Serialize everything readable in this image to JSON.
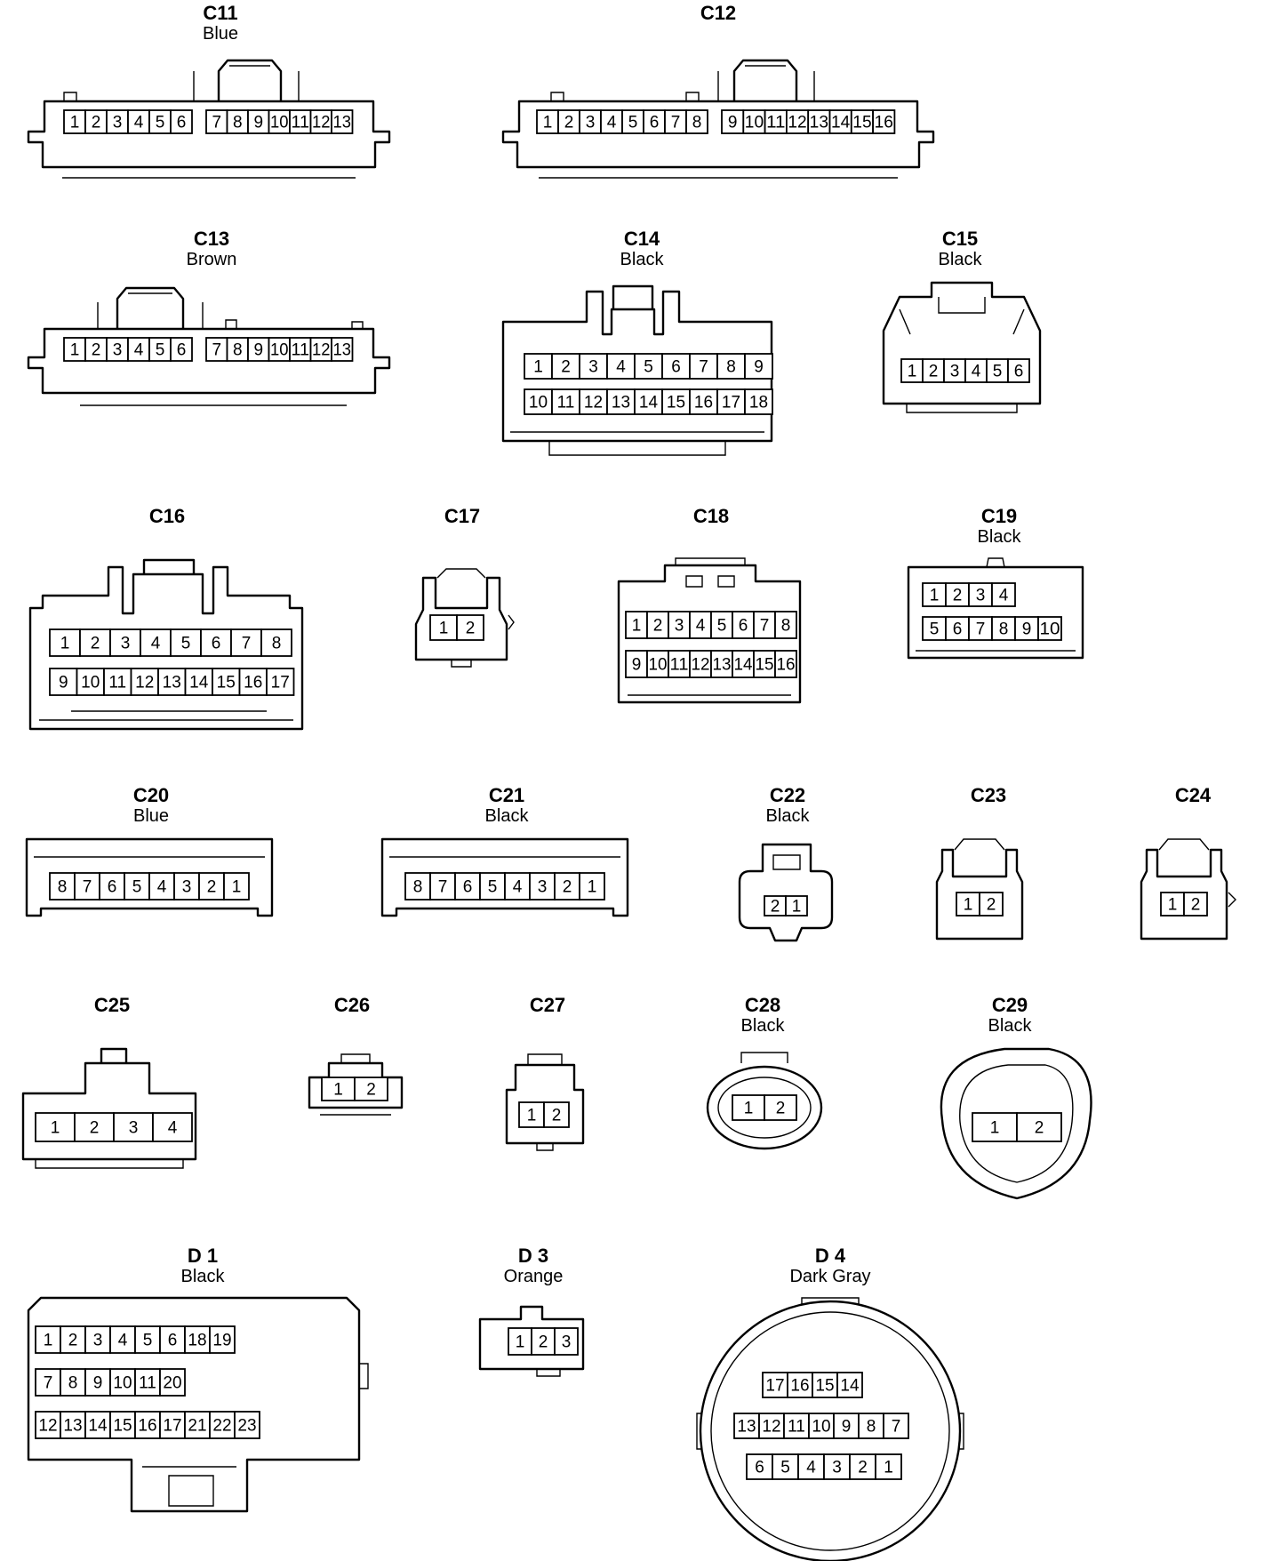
{
  "connectors": [
    {
      "id": "C11",
      "color": "Blue",
      "rows": [
        [
          "1",
          "2",
          "3",
          "4",
          "5",
          "6"
        ],
        [
          "7",
          "8",
          "9",
          "10",
          "11",
          "12",
          "13"
        ]
      ]
    },
    {
      "id": "C12",
      "color": "",
      "rows": [
        [
          "1",
          "2",
          "3",
          "4",
          "5",
          "6",
          "7",
          "8"
        ],
        [
          "9",
          "10",
          "11",
          "12",
          "13",
          "14",
          "15",
          "16"
        ]
      ]
    },
    {
      "id": "C13",
      "color": "Brown",
      "rows": [
        [
          "1",
          "2",
          "3",
          "4",
          "5",
          "6"
        ],
        [
          "7",
          "8",
          "9",
          "10",
          "11",
          "12",
          "13"
        ]
      ]
    },
    {
      "id": "C14",
      "color": "Black",
      "rows": [
        [
          "1",
          "2",
          "3",
          "4",
          "5",
          "6",
          "7",
          "8",
          "9"
        ],
        [
          "10",
          "11",
          "12",
          "13",
          "14",
          "15",
          "16",
          "17",
          "18"
        ]
      ]
    },
    {
      "id": "C15",
      "color": "Black",
      "rows": [
        [
          "1",
          "2",
          "3",
          "4",
          "5",
          "6"
        ]
      ]
    },
    {
      "id": "C16",
      "color": "",
      "rows": [
        [
          "1",
          "2",
          "3",
          "4",
          "5",
          "6",
          "7",
          "8"
        ],
        [
          "9",
          "10",
          "11",
          "12",
          "13",
          "14",
          "15",
          "16",
          "17"
        ]
      ]
    },
    {
      "id": "C17",
      "color": "",
      "rows": [
        [
          "1",
          "2"
        ]
      ]
    },
    {
      "id": "C18",
      "color": "",
      "rows": [
        [
          "1",
          "2",
          "3",
          "4",
          "5",
          "6",
          "7",
          "8"
        ],
        [
          "9",
          "10",
          "11",
          "12",
          "13",
          "14",
          "15",
          "16"
        ]
      ]
    },
    {
      "id": "C19",
      "color": "Black",
      "rows": [
        [
          "1",
          "2",
          "3",
          "4"
        ],
        [
          "5",
          "6",
          "7",
          "8",
          "9",
          "10"
        ]
      ]
    },
    {
      "id": "C20",
      "color": "Blue",
      "rows": [
        [
          "8",
          "7",
          "6",
          "5",
          "4",
          "3",
          "2",
          "1"
        ]
      ]
    },
    {
      "id": "C21",
      "color": "Black",
      "rows": [
        [
          "8",
          "7",
          "6",
          "5",
          "4",
          "3",
          "2",
          "1"
        ]
      ]
    },
    {
      "id": "C22",
      "color": "Black",
      "rows": [
        [
          "2",
          "1"
        ]
      ]
    },
    {
      "id": "C23",
      "color": "",
      "rows": [
        [
          "1",
          "2"
        ]
      ]
    },
    {
      "id": "C24",
      "color": "",
      "rows": [
        [
          "1",
          "2"
        ]
      ]
    },
    {
      "id": "C25",
      "color": "",
      "rows": [
        [
          "1",
          "2",
          "3",
          "4"
        ]
      ]
    },
    {
      "id": "C26",
      "color": "",
      "rows": [
        [
          "1",
          "2"
        ]
      ]
    },
    {
      "id": "C27",
      "color": "",
      "rows": [
        [
          "1",
          "2"
        ]
      ]
    },
    {
      "id": "C28",
      "color": "Black",
      "rows": [
        [
          "1",
          "2"
        ]
      ]
    },
    {
      "id": "C29",
      "color": "Black",
      "rows": [
        [
          "1",
          "2"
        ]
      ]
    },
    {
      "id": "D 1",
      "color": "Black",
      "rows": [
        [
          "1",
          "2",
          "3",
          "4",
          "5",
          "6",
          "18",
          "19"
        ],
        [
          "7",
          "8",
          "9",
          "10",
          "11",
          "20"
        ],
        [
          "12",
          "13",
          "14",
          "15",
          "16",
          "17",
          "21",
          "22",
          "23"
        ]
      ]
    },
    {
      "id": "D 3",
      "color": "Orange",
      "rows": [
        [
          "1",
          "2",
          "3"
        ]
      ]
    },
    {
      "id": "D 4",
      "color": "Dark Gray",
      "rows": [
        [
          "17",
          "16",
          "15",
          "14"
        ],
        [
          "13",
          "12",
          "11",
          "10",
          "9",
          "8",
          "7"
        ],
        [
          "6",
          "5",
          "4",
          "3",
          "2",
          "1"
        ]
      ]
    }
  ]
}
